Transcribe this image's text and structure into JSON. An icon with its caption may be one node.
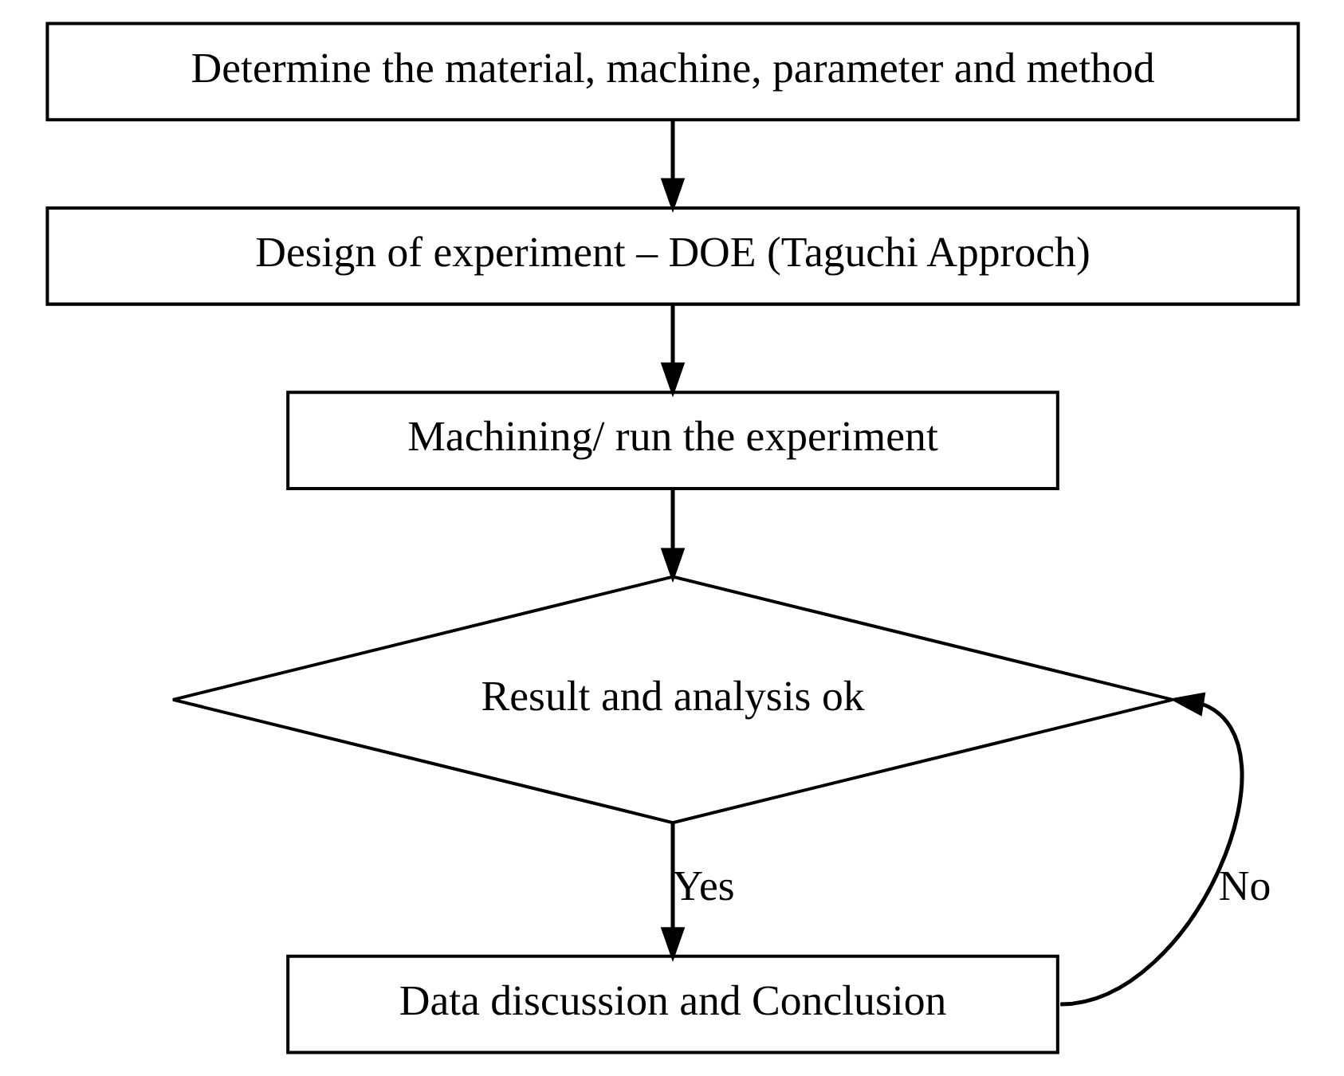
{
  "diagram": {
    "nodes": [
      {
        "text": [
          "Determine the material, machine, parameter and method"
        ]
      },
      {
        "text": [
          "Design of experiment – DOE (Taguchi Approch)"
        ]
      },
      {
        "text": [
          "Machining/ run the experiment"
        ]
      },
      {
        "text": [
          "Result and analysis ok"
        ]
      },
      {
        "text": [
          "Data discussion and Conclusion"
        ]
      }
    ],
    "edges": [
      {
        "from": 0,
        "to": 1,
        "arrow": "to"
      },
      {
        "from": 1,
        "to": 2,
        "arrow": "to"
      },
      {
        "from": 2,
        "to": 3,
        "arrow": "to"
      },
      {
        "from": 3,
        "to": 4,
        "arrow": "to",
        "label": "Yes"
      },
      {
        "from": 4,
        "to": 3,
        "arrow": "to",
        "label": "No"
      }
    ]
  }
}
